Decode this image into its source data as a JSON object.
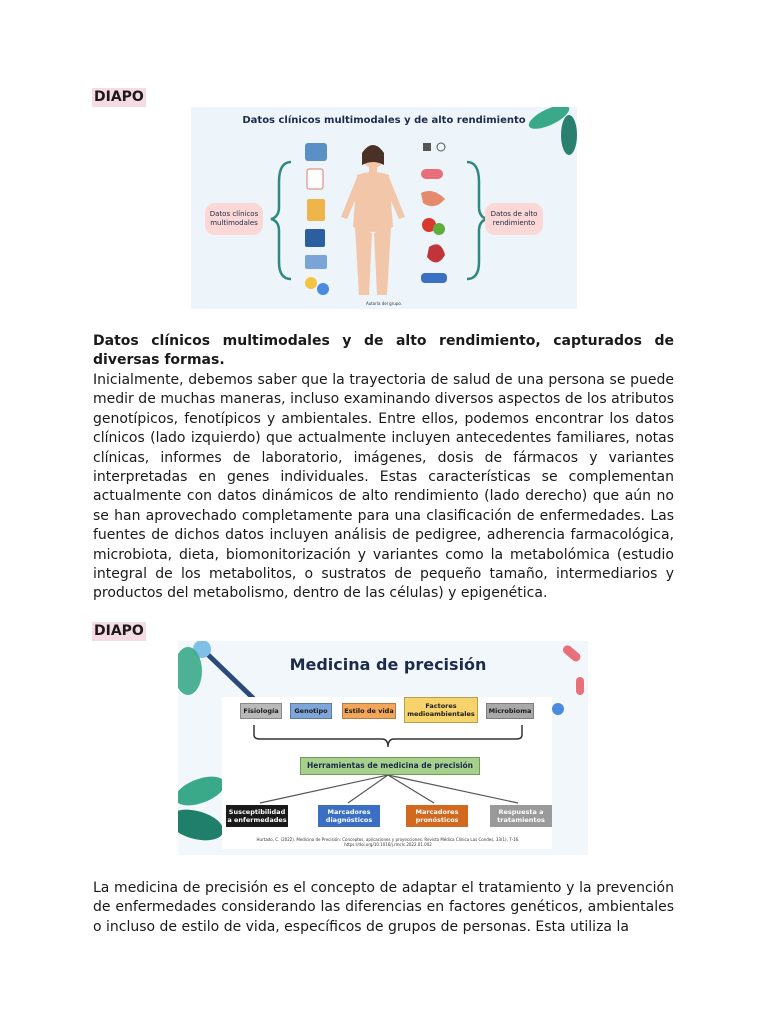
{
  "section1": {
    "label": "DIAPO",
    "slide": {
      "title": "Datos clínicos multimodales y de alto rendimiento",
      "left_label": "Datos clínicos multimodales",
      "right_label": "Datos de alto rendimiento",
      "credit": "Autoría del grupo."
    },
    "heading": "Datos clínicos multimodales y de alto rendimiento, capturados de diversas formas.",
    "body": "Inicialmente, debemos saber que la trayectoria de salud de una persona se puede medir de muchas maneras, incluso examinando diversos aspectos de los atributos genotípicos, fenotípicos y ambientales. Entre ellos, podemos encontrar los datos clínicos (lado izquierdo)  que actualmente incluyen antecedentes familiares, notas clínicas, informes de laboratorio, imágenes, dosis de fármacos y variantes interpretadas en genes individuales. Estas características se complementan actualmente con datos dinámicos de alto rendimiento (lado derecho) que aún no se han aprovechado completamente para una clasificación de enfermedades. Las fuentes de dichos datos incluyen análisis de pedigree, adherencia farmacológica, microbiota, dieta, biomonitorización y variantes como la metabolómica (estudio integral de los metabolitos, o sustratos de pequeño tamaño, intermediarios y productos del metabolismo, dentro de las células) y epigenética."
  },
  "section2": {
    "label": "DIAPO",
    "slide": {
      "title": "Medicina de precisión",
      "factors": [
        "Fisiología",
        "Genotipo",
        "Estilo de vida",
        "Factores medioambientales",
        "Microbioma"
      ],
      "factor_colors": [
        "#b9b9b9",
        "#7ea6d9",
        "#f2a65a",
        "#f7d36b",
        "#a9a9a9"
      ],
      "tools": "Herramientas de medicina de precisión",
      "outcomes": [
        "Susceptibilidad a enfermedades",
        "Marcadores diagnósticos",
        "Marcadores pronósticos",
        "Respuesta a tratamientos"
      ],
      "outcome_colors": [
        "#1a1a1a",
        "#3b6fc4",
        "#d2691e",
        "#9a9a9a"
      ],
      "credit": "Hurtado, C. (2022). Medicina de Precisión: Conceptos, aplicaciones y proyecciones. Revista Médica Clínica Las Condes, 33(1), 7-16. https://doi.org/10.1016/j.rmclc.2022.01.002"
    },
    "body": "La medicina de precisión es el concepto de adaptar el tratamiento y la prevención de enfermedades considerando las diferencias en factores genéticos, ambientales o incluso de estilo de vida, específicos de grupos de personas. Esta utiliza la"
  }
}
